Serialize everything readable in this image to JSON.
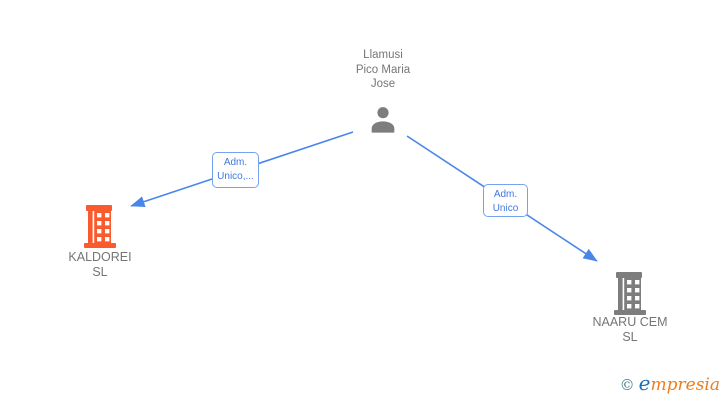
{
  "diagram": {
    "person": {
      "name_lines": [
        "Llamusi",
        "Pico Maria",
        "Jose"
      ],
      "icon": "person-icon",
      "icon_color": "#7d7d7d"
    },
    "edges": [
      {
        "from": "person",
        "to": "KALDOREI SL",
        "label_lines": [
          "Adm.",
          "Unico,..."
        ],
        "color": "#4a86e8"
      },
      {
        "from": "person",
        "to": "NAARU CEM SL",
        "label_lines": [
          "Adm.",
          "Unico"
        ],
        "color": "#4a86e8"
      }
    ],
    "companies": [
      {
        "name_lines": [
          "KALDOREI",
          "SL"
        ],
        "icon": "building-icon",
        "icon_color": "#f95b2e"
      },
      {
        "name_lines": [
          "NAARU CEM",
          "SL"
        ],
        "icon": "building-icon",
        "icon_color": "#7d7d7d"
      }
    ],
    "colors": {
      "edge_blue": "#4a86e8",
      "label_border_blue": "#76a3ef",
      "label_text_blue": "#4178e0",
      "node_text_gray": "#757575",
      "building_orange": "#f95b2e",
      "icon_gray": "#7d7d7d"
    }
  },
  "footer": {
    "copyright_symbol": "©",
    "brand_first_letter": "e",
    "brand_rest": "mpresia"
  }
}
